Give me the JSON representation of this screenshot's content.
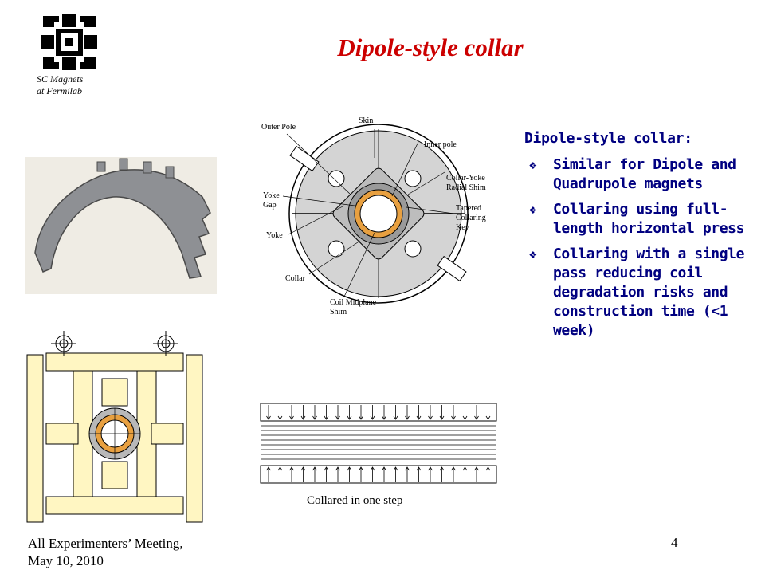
{
  "header": {
    "title": "Dipole-style collar",
    "org_line1": "SC Magnets",
    "org_line2": "at Fermilab",
    "logo_icon": "fermilab-logo-icon"
  },
  "bullets_panel": {
    "heading": "Dipole-style collar:",
    "bullet_icon": "diamond-bullet-icon",
    "items": [
      "Similar for Dipole and Quadrupole magnets",
      "Collaring using full-length horizontal press",
      "Collaring with a single pass reducing coil degradation risks and construction time (<1 week)"
    ]
  },
  "cross_section_labels": {
    "outer_pole": "Outer Pole",
    "skin": "Skin",
    "inner_pole": "Inner pole",
    "yoke_gap_1": "Yoke",
    "yoke_gap_2": "Gap",
    "yoke": "Yoke",
    "collar": "Collar",
    "collar_yoke_1": "Collar-Yoke",
    "collar_yoke_2": "Radial Shim",
    "tapered_1": "Tapered",
    "tapered_2": "Collaring",
    "tapered_3": "Key",
    "coil_midplane_1": "Coil Midplane",
    "coil_midplane_2": "Shim"
  },
  "stack_caption": "Collared in one step",
  "footer": {
    "line1": "All Experimenters’ Meeting,",
    "line2": "May 10, 2010",
    "page_number": "4"
  },
  "colors": {
    "title": "#cc0000",
    "panel_text": "#000080",
    "press_fill": "#fff6c2",
    "coil": "#e8a040"
  }
}
